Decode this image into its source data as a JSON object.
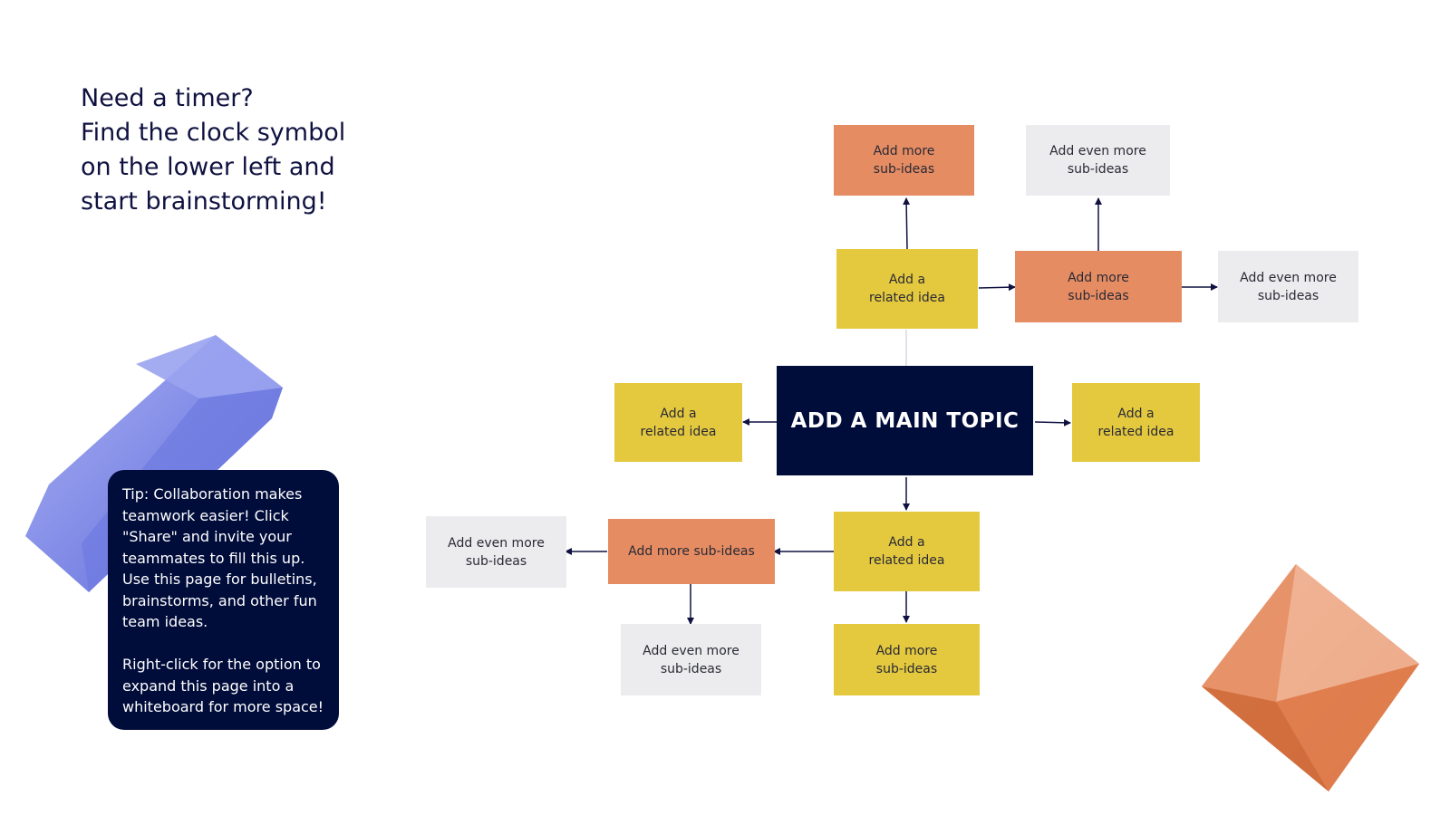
{
  "intro": {
    "lines": [
      "Need a timer?",
      "Find the clock symbol",
      "on the lower left and",
      "start brainstorming!"
    ]
  },
  "tip": {
    "text": "Tip: Collaboration makes teamwork easier! Click \"Share\" and invite your teammates to fill this up. Use this page for bulletins, brainstorms, and other fun team ideas.\n\nRight-click for the option to expand this page into a whiteboard for more space!"
  },
  "mindmap": {
    "main_topic": "ADD A MAIN TOPIC",
    "top_related": "Add a\nrelated idea",
    "top_sub_up": "Add more\nsub-ideas",
    "top_sub_right": "Add more\nsub-ideas",
    "top_right_even_up": "Add even more\nsub-ideas",
    "top_right_even_right": "Add even more\nsub-ideas",
    "left_related": "Add a\nrelated idea",
    "right_related": "Add a\nrelated idea",
    "bottom_related": "Add a\nrelated idea",
    "bottom_sub_down": "Add more\nsub-ideas",
    "bottom_sub_left": "Add more sub-ideas",
    "bottom_left_even_left": "Add even more\nsub-ideas",
    "bottom_left_even_down": "Add even more\nsub-ideas"
  },
  "colors": {
    "navy": "#000c3a",
    "yellow": "#e4c93f",
    "orange": "#e58c62",
    "grey": "#ececee",
    "blue_prism": "#7a86e6",
    "orange_octahedron": "#e88a5e"
  },
  "decor": {
    "left_shape": "blue-prism",
    "right_shape": "orange-octahedron"
  }
}
